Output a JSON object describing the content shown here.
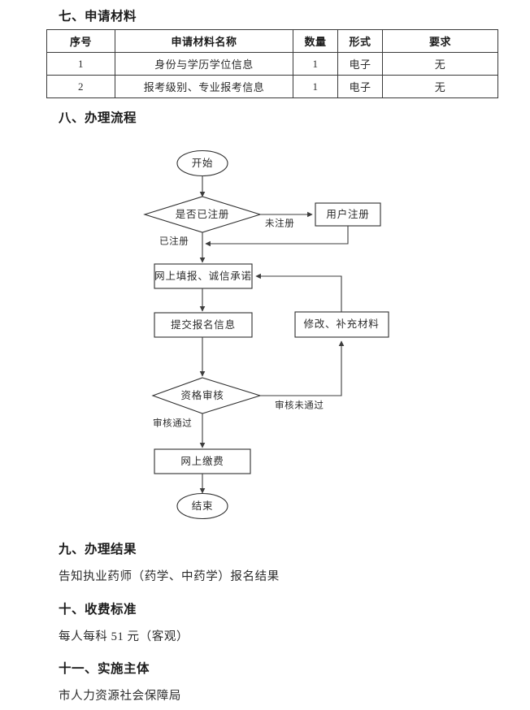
{
  "sections": {
    "materials": {
      "heading": "七、申请材料",
      "table": {
        "headers": [
          "序号",
          "申请材料名称",
          "数量",
          "形式",
          "要求"
        ],
        "rows": [
          [
            "1",
            "身份与学历学位信息",
            "1",
            "电子",
            "无"
          ],
          [
            "2",
            "报考级别、专业报考信息",
            "1",
            "电子",
            "无"
          ]
        ]
      }
    },
    "process": {
      "heading": "八、办理流程",
      "flowchart": {
        "nodes": {
          "start": "开始",
          "decision_registered": "是否已注册",
          "user_register": "用户注册",
          "online_fill": "网上填报、诚信承诺",
          "submit_info": "提交报名信息",
          "modify_supplement": "修改、补充材料",
          "decision_review": "资格审核",
          "online_pay": "网上缴费",
          "end": "结束"
        },
        "edges": {
          "not_registered": "未注册",
          "registered": "已注册",
          "review_failed": "审核未通过",
          "review_passed": "审核通过"
        }
      }
    },
    "result": {
      "heading": "九、办理结果",
      "text": "告知执业药师（药学、中药学）报名结果"
    },
    "fee": {
      "heading": "十、收费标准",
      "text": "每人每科 51 元（客观）"
    },
    "authority": {
      "heading": "十一、实施主体",
      "text": "市人力资源社会保障局"
    }
  }
}
